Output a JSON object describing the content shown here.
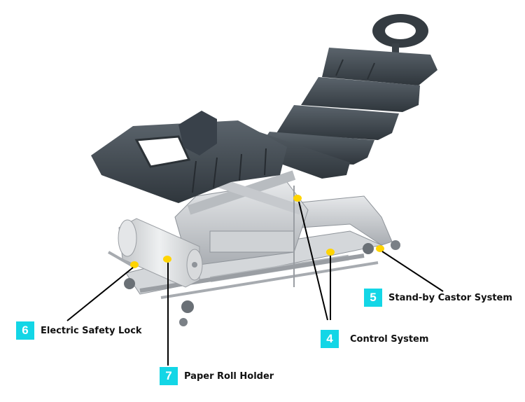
{
  "colors": {
    "badge": "#13d6e6",
    "marker": "#ffd400",
    "leader": "#000000",
    "upholstery": "#3f4850",
    "frame": "#c9ccd0"
  },
  "callouts": [
    {
      "number": "5",
      "label": "Stand-by Castor System"
    },
    {
      "number": "6",
      "label": "Electric Safety Lock"
    },
    {
      "number": "4",
      "label": "Control System"
    },
    {
      "number": "7",
      "label": "Paper Roll Holder"
    }
  ]
}
